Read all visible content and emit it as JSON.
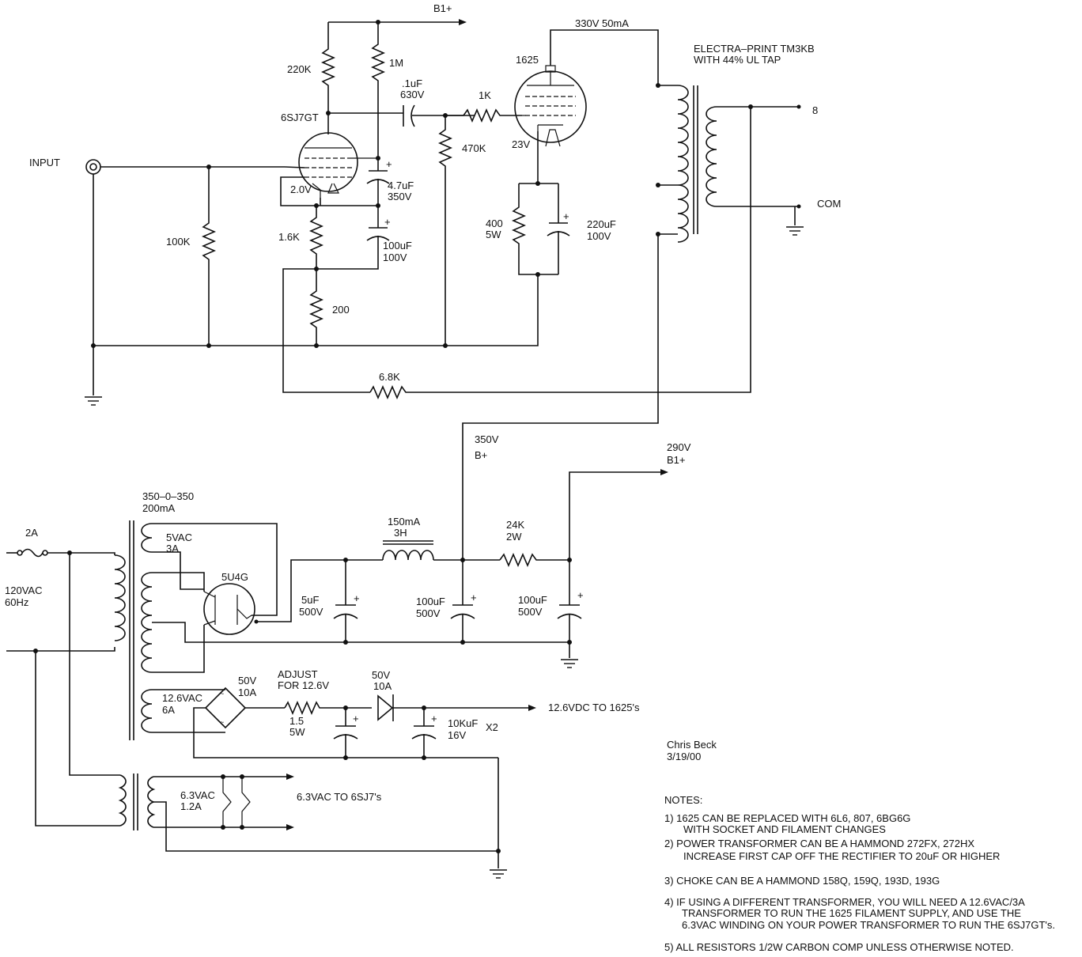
{
  "amplifier": {
    "input_label": "INPUT",
    "b1_top_label": "B1+",
    "plate_supply_label": "330V 50mA",
    "tube_6sj7_label": "6SJ7GT",
    "tube_1625_label": "1625",
    "r_220k": "220K",
    "r_1m": "1M",
    "coupling_cap_value": ".1uF",
    "coupling_cap_voltage": "630V",
    "r_1k": "1K",
    "r_470k": "470K",
    "cathode_voltage_1625": "23V",
    "cathode_voltage_6sj7": "2.0V",
    "cap_4u7_value": "4.7uF",
    "cap_4u7_voltage": "350V",
    "r_100k": "100K",
    "r_1k6": "1.6K",
    "cap_100u_value": "100uF",
    "cap_100u_voltage": "100V",
    "r_200": "200",
    "r_400_value": "400",
    "r_400_power": "5W",
    "cap_220u_value": "220uF",
    "cap_220u_voltage": "100V",
    "r_6k8": "6.8K",
    "output_transformer_line1": "ELECTRA–PRINT TM3KB",
    "output_transformer_line2": "WITH 44% UL TAP",
    "speaker_tap_8": "8",
    "speaker_com": "COM"
  },
  "power_supply": {
    "b_plus_voltage": "350V",
    "b_plus_label": "B+",
    "b1_voltage": "290V",
    "b1_label": "B1+",
    "transformer_rating_line1": "350–0–350",
    "transformer_rating_line2": "200mA",
    "fuse_label": "2A",
    "mains_voltage": "120VAC",
    "mains_freq": "60Hz",
    "rect_heater_voltage": "5VAC",
    "rect_heater_current": "3A",
    "rectifier_tube": "5U4G",
    "choke_current": "150mA",
    "choke_inductance": "3H",
    "r_24k_value": "24K",
    "r_24k_power": "2W",
    "cap_5u_value": "5uF",
    "cap_5u_voltage": "500V",
    "cap_100u_a_value": "100uF",
    "cap_100u_a_voltage": "500V",
    "cap_100u_b_value": "100uF",
    "cap_100u_b_voltage": "500V",
    "heater_winding_voltage": "12.6VAC",
    "heater_winding_current": "6A",
    "bridge_voltage": "50V",
    "bridge_current": "10A",
    "adjust_line1": "ADJUST",
    "adjust_line2": "FOR 12.6V",
    "r_1p5_value": "1.5",
    "r_1p5_power": "5W",
    "diode_voltage": "50V",
    "diode_current": "10A",
    "cap_10k_value": "10KuF",
    "cap_10k_voltage": "16V",
    "cap_10k_qty": "X2",
    "dc_out_label": "12.6VDC TO 1625's",
    "fil_tx_voltage": "6.3VAC",
    "fil_tx_current": "1.2A",
    "fil_out_label": "6.3VAC TO 6SJ7's"
  },
  "author": {
    "name": "Chris Beck",
    "date": "3/19/00"
  },
  "notes": {
    "heading": "NOTES:",
    "n1a": "1) 1625 CAN BE REPLACED WITH 6L6, 807, 6BG6G",
    "n1b": "WITH SOCKET AND FILAMENT CHANGES",
    "n2a": "2) POWER TRANSFORMER CAN BE A HAMMOND 272FX, 272HX",
    "n2b": "INCREASE FIRST CAP OFF THE RECTIFIER TO 20uF OR HIGHER",
    "n3": "3) CHOKE CAN BE A HAMMOND 158Q, 159Q, 193D, 193G",
    "n4a": "4) IF USING A DIFFERENT TRANSFORMER, YOU WILL NEED A 12.6VAC/3A",
    "n4b": "TRANSFORMER TO RUN THE 1625 FILAMENT SUPPLY, AND USE THE",
    "n4c": "6.3VAC WINDING ON YOUR POWER TRANSFORMER TO RUN THE 6SJ7GT's.",
    "n5": "5) ALL RESISTORS 1/2W CARBON COMP UNLESS OTHERWISE NOTED."
  }
}
